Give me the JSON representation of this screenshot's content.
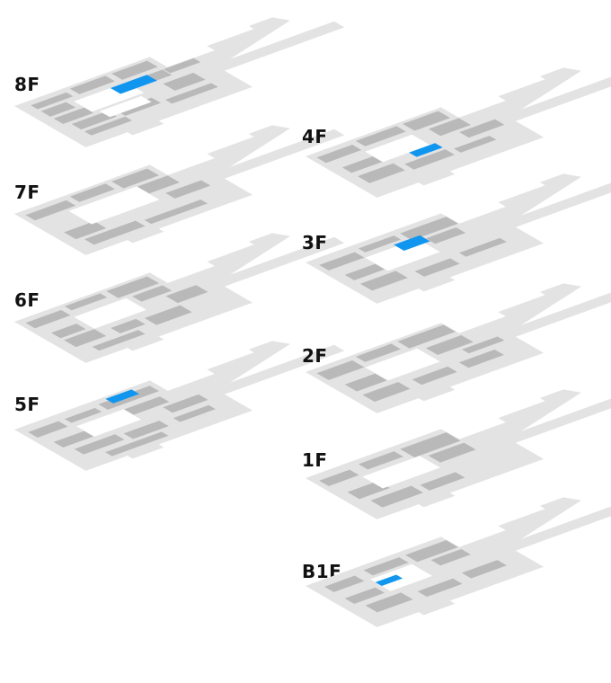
{
  "floors": [
    {
      "id": "8f",
      "label": "8F",
      "highlighted": true
    },
    {
      "id": "7f",
      "label": "7F",
      "highlighted": false
    },
    {
      "id": "6f",
      "label": "6F",
      "highlighted": false
    },
    {
      "id": "5f",
      "label": "5F",
      "highlighted": true
    },
    {
      "id": "4f",
      "label": "4F",
      "highlighted": true
    },
    {
      "id": "3f",
      "label": "3F",
      "highlighted": true
    },
    {
      "id": "2f",
      "label": "2F",
      "highlighted": false
    },
    {
      "id": "1f",
      "label": "1F",
      "highlighted": false
    },
    {
      "id": "b1f",
      "label": "B1F",
      "highlighted": true
    }
  ],
  "colors": {
    "floor_base": "#e3e3e3",
    "room": "#b9b9b9",
    "corridor": "#ffffff",
    "highlight": "#1196f0",
    "label": "#111111"
  }
}
